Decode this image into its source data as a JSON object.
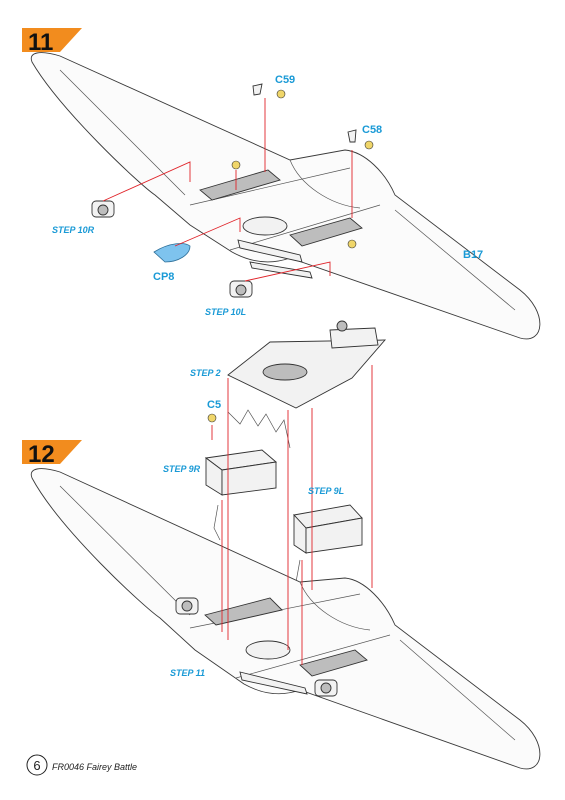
{
  "document": {
    "steps": [
      {
        "number": "11",
        "labels": {
          "c59": "C59",
          "c58": "C58",
          "step10r": "STEP 10R",
          "cp8": "CP8",
          "step10l": "STEP 10L",
          "b17": "B17"
        }
      },
      {
        "number": "12",
        "labels": {
          "step2": "STEP 2",
          "c5": "C5",
          "step9r": "STEP 9R",
          "step9l": "STEP 9L",
          "step11": "STEP 11"
        }
      }
    ],
    "footer": {
      "page_number": "6",
      "kit_title": "FR0046 Fairey Battle"
    },
    "colors": {
      "step_tab": "#f28c1e",
      "label_blue": "#1a9ad6",
      "guide_red": "#e0242a",
      "clear_part": "#7ec3ee",
      "glue_yellow": "#f0d66a"
    }
  }
}
